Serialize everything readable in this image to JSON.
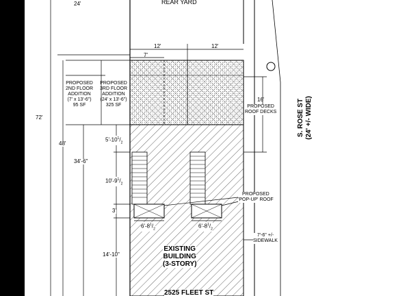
{
  "dimensions": {
    "top_24": "24'",
    "overall_72": "72'",
    "depth_48": "48'",
    "d_34_6": "34'-6\"",
    "left_12": "12'",
    "right_12": "12'",
    "d_7": "7'",
    "d_5_10": "5'-10",
    "d_10_9": "10'-9",
    "d_3": "3'",
    "d_14_10": "14'-10\"",
    "popup_w1": "6'-8",
    "popup_w2": "6'-8",
    "frac_num": "1",
    "frac_den": "2",
    "deck_16": "16'"
  },
  "labels": {
    "rear_yard": "REAR YARD",
    "second_floor": [
      "PROPOSED",
      "2ND FLOOR",
      "ADDITION",
      "(7' x 13'-6\")",
      "95 SF"
    ],
    "third_floor": [
      "PROPOSED",
      "3RD FLOOR",
      "ADDITION",
      "(24' x 13'-6\")",
      "325 SF"
    ],
    "roof_decks": [
      "PROPOSED",
      "ROOF DECKS"
    ],
    "popup_roof": [
      "PROPOSED",
      "'POP-UP' ROOF"
    ],
    "sidewalk": [
      "7'-6\" +/-",
      "SIDEWALK"
    ],
    "existing": [
      "EXISTING",
      "BUILDING",
      "(3-STORY)"
    ],
    "address": "2525 FLEET ST",
    "street": [
      "S. ROSE ST",
      "(24' +/- WIDE)"
    ]
  }
}
